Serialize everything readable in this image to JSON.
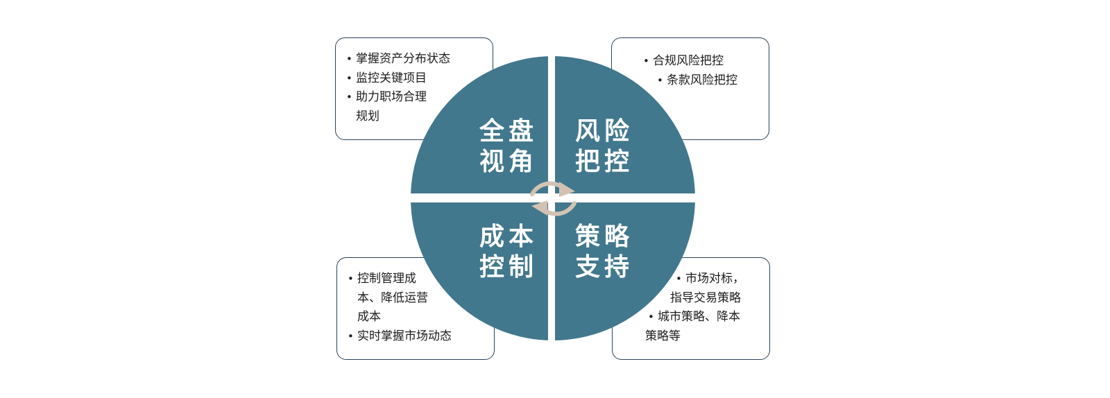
{
  "quadrants": {
    "top_left": {
      "line1": "全盘",
      "line2": "视角"
    },
    "top_right": {
      "line1": "风险",
      "line2": "把控"
    },
    "bottom_left": {
      "line1": "成本",
      "line2": "控制"
    },
    "bottom_right": {
      "line1": "策略",
      "line2": "支持"
    }
  },
  "notes": {
    "top_left": [
      "掌握资产分布状态",
      "监控关键项目",
      "助力职场合理",
      "规划"
    ],
    "top_right": [
      "合规风险把控",
      "条款风险把控"
    ],
    "bottom_left": [
      "控制管理成",
      "本、降低运营",
      "成本",
      "实时掌握市场动态"
    ],
    "bottom_right": [
      "市场对标，",
      "指导交易策略",
      "城市策略、降本",
      "策略等"
    ]
  },
  "colors": {
    "quadrant_fill": "#42788d",
    "box_border": "#2b4157",
    "cycle_arrow": "#d3c2b2"
  },
  "icons": [
    "cycle-arrow-icon"
  ]
}
